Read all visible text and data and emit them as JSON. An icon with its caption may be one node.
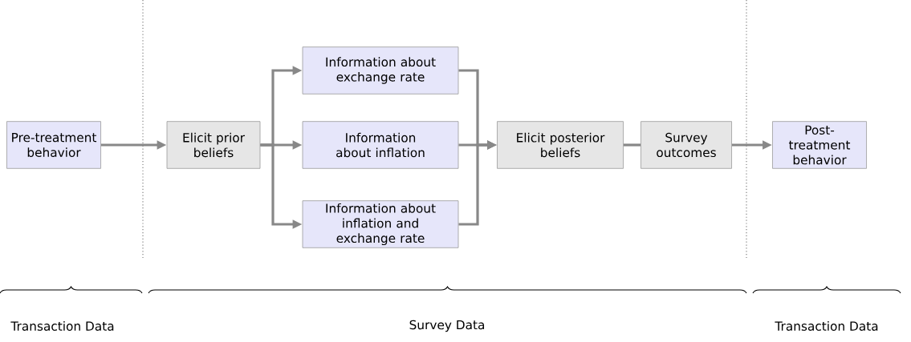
{
  "diagram": {
    "nodes": [
      {
        "text": [
          "Pre-treatment behavior"
        ]
      },
      {
        "text": [
          "Elicit prior beliefs"
        ]
      },
      {
        "text": [
          "Information about exchange rate"
        ]
      },
      {
        "text": [
          "Information about inflation"
        ]
      },
      {
        "text": [
          "Information about inflation and exchange rate"
        ]
      },
      {
        "text": [
          "Elicit posterior beliefs"
        ]
      },
      {
        "text": [
          "Survey outcomes"
        ]
      },
      {
        "text": [
          "Post-treatment behavior"
        ]
      }
    ],
    "edges": [
      {
        "from": 0,
        "to": 1,
        "arrow": "to"
      },
      {
        "from": 1,
        "to": 2,
        "arrow": "to"
      },
      {
        "from": 1,
        "to": 3,
        "arrow": "to"
      },
      {
        "from": 1,
        "to": 4,
        "arrow": "to"
      },
      {
        "from": 2,
        "to": 5,
        "arrow": "to"
      },
      {
        "from": 3,
        "to": 5,
        "arrow": "to"
      },
      {
        "from": 4,
        "to": 5,
        "arrow": "to"
      },
      {
        "from": 5,
        "to": 6,
        "arrow": "none"
      },
      {
        "from": 6,
        "to": 7,
        "arrow": "to"
      }
    ],
    "labels": [
      "Transaction Data",
      "Survey Data",
      "Transaction Data"
    ]
  }
}
